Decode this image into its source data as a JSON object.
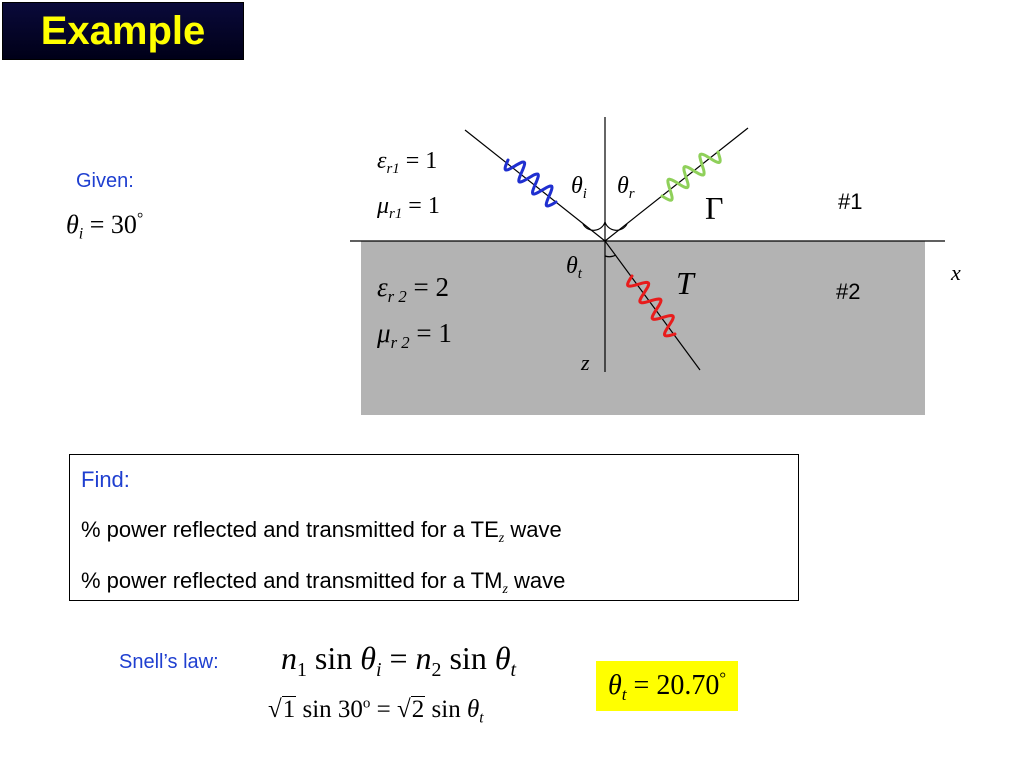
{
  "slide": {
    "title": "Example"
  },
  "given": {
    "label": "Given:",
    "theta_symbol": "θ",
    "theta_sub": "i",
    "value": "= 30",
    "degree": "°"
  },
  "diagram": {
    "medium1_label": "#1",
    "medium2_label": "#2",
    "x_axis": "x",
    "z_axis": "z",
    "reflection_symbol": "Γ",
    "transmission_symbol": "T",
    "theta": "θ",
    "theta_i_sub": "i",
    "theta_r_sub": "r",
    "theta_t_sub": "t",
    "eps_r1": {
      "symbol": "ε",
      "sub": "r1",
      "value": "= 1"
    },
    "mu_r1": {
      "symbol": "μ",
      "sub": "r1",
      "value": "= 1"
    },
    "eps_r2": {
      "symbol": "ε",
      "sub": "r 2",
      "value": "= 2"
    },
    "mu_r2": {
      "symbol": "μ",
      "sub": "r 2",
      "value": "= 1"
    },
    "colors": {
      "incident_wave": "#1f2fd0",
      "reflected_wave": "#8fd05a",
      "transmitted_wave": "#e81c1c",
      "medium2_fill": "#b3b3b3"
    }
  },
  "find": {
    "heading": "Find:",
    "line1_prefix": "% power reflected and transmitted for a TE",
    "line1_sub": "z",
    "line1_suffix": " wave",
    "line2_prefix": "% power reflected and transmitted for a TM",
    "line2_sub": "z",
    "line2_suffix": " wave"
  },
  "snell": {
    "label": "Snell’s law:",
    "n": "n",
    "n1_sub": "1",
    "n2_sub": "2",
    "sin": "sin",
    "theta": "θ",
    "i_sub": "i",
    "t_sub": "t",
    "equals": "=",
    "root1": "1",
    "angle30": "30",
    "degree_o": "o",
    "root2": "2"
  },
  "result": {
    "theta": "θ",
    "sub": "t",
    "value": "= 20.70",
    "degree": "°"
  }
}
